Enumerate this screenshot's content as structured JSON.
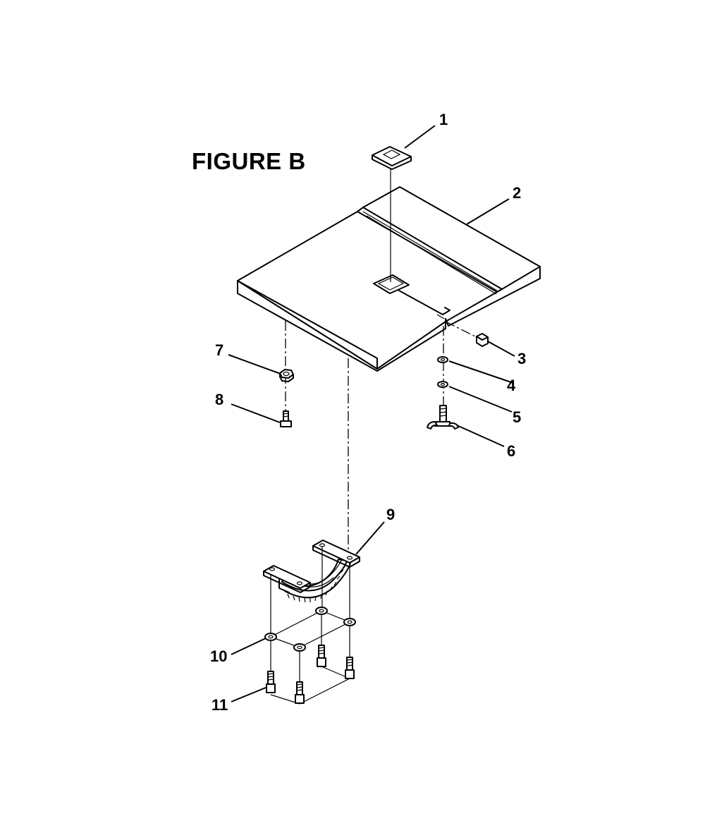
{
  "figure": {
    "title": "FIGURE B"
  },
  "callouts": [
    "1",
    "2",
    "3",
    "4",
    "5",
    "6",
    "7",
    "8",
    "9",
    "10",
    "11"
  ]
}
